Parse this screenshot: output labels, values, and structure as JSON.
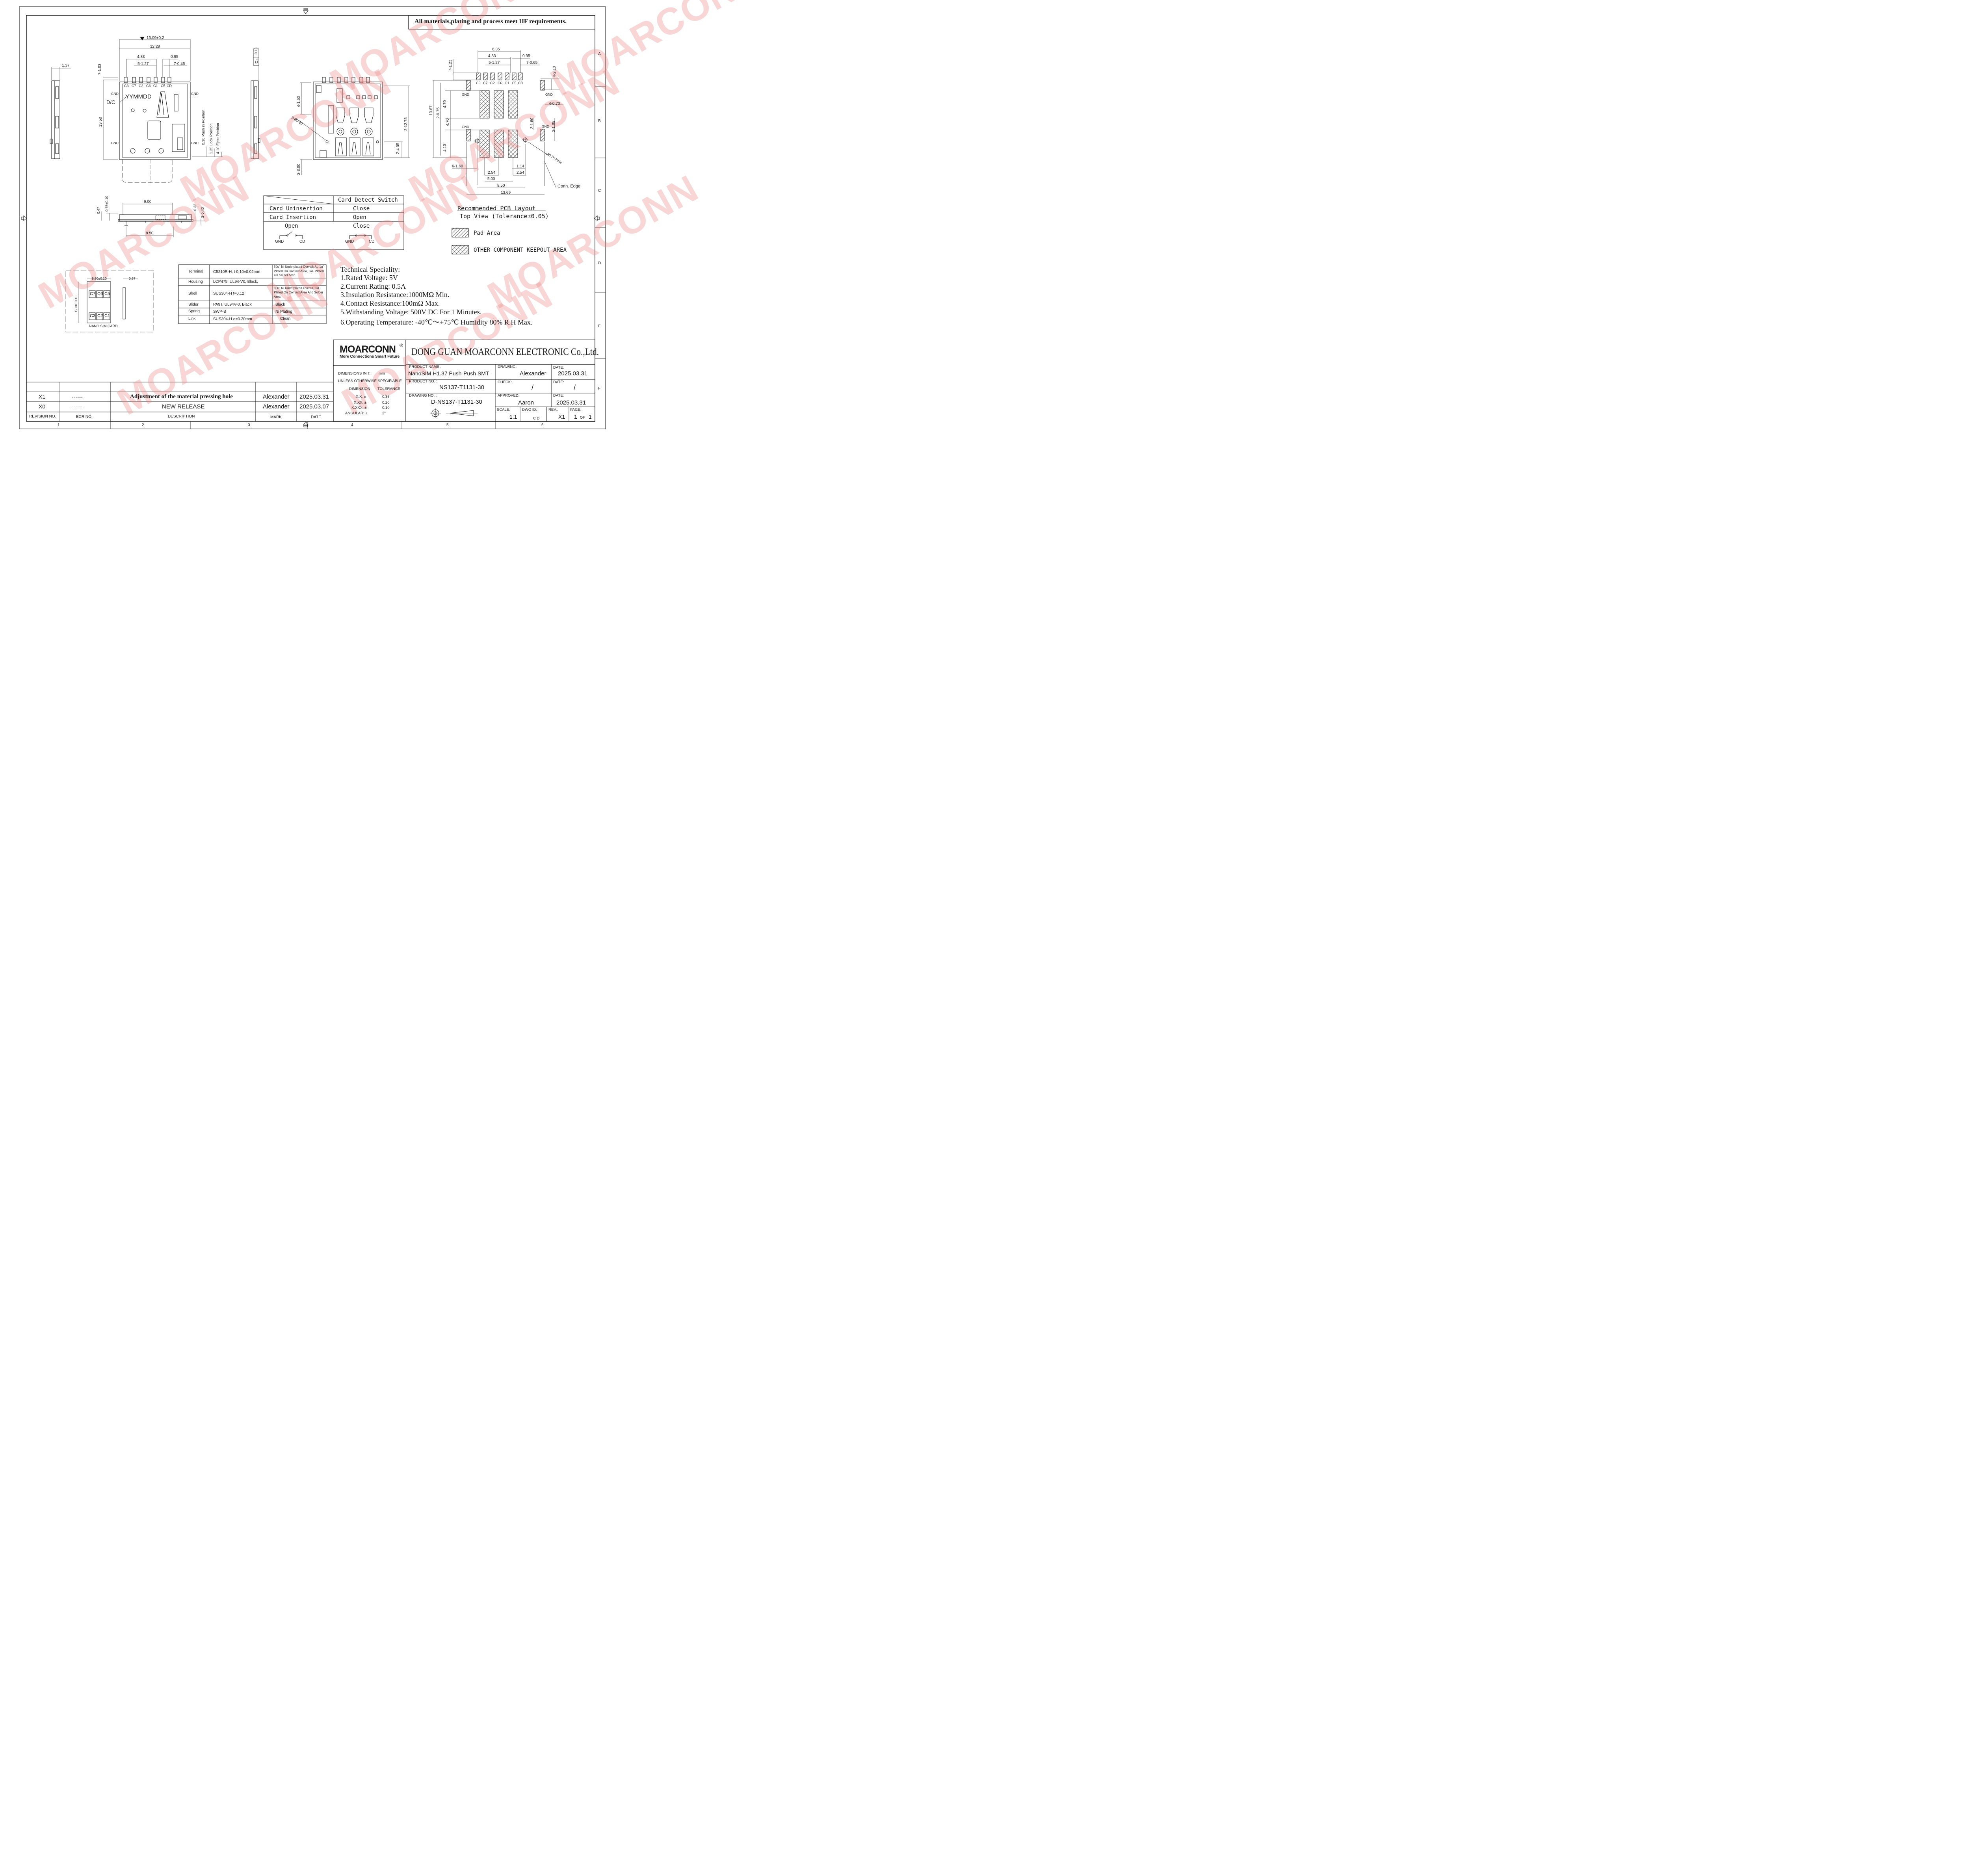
{
  "header_note": "All materials,plating and process meet HF requirements.",
  "zones": {
    "rows": [
      "A",
      "B",
      "C",
      "D",
      "E",
      "F"
    ],
    "cols": [
      "1",
      "2",
      "3",
      "4",
      "5",
      "6"
    ]
  },
  "watermark": "MOARCONN",
  "views": {
    "side_thickness": "1.37",
    "top_view": {
      "dims": [
        "13.09±0.2",
        "12.29",
        "4.83",
        "5-1.27",
        "0.95",
        "7-0.45",
        "7-1.03",
        "13.50",
        "0.30 Push in Position",
        "1.25 Lock Position",
        "4.10 Eject Position"
      ],
      "pins": [
        "C3",
        "C7",
        "C2",
        "C6",
        "C1",
        "C5",
        "CD"
      ],
      "gnd": "GND",
      "date_code": "YYMMDD",
      "date_code_label": "D/C"
    },
    "flatness": "0.10",
    "bottom_view_dims": [
      "4-1.50",
      "2-Ø0.60",
      "2-12.75",
      "2-4.05",
      "2-3.00"
    ],
    "front_view_dims": [
      "9.00",
      "0.75±0.10",
      "0.47",
      "0.32",
      "2-0.40",
      "8.50"
    ]
  },
  "switch_table": {
    "header": "Card Detect Switch",
    "rows": [
      {
        "state": "Card Uninsertion",
        "value": "Close"
      },
      {
        "state": "Card Insertion",
        "value": "Open"
      }
    ],
    "schematic": {
      "open": "Open",
      "close": "Close",
      "gnd": "GND",
      "cd": "CD"
    }
  },
  "pcb_layout": {
    "title": "Recommended PCB Layout",
    "subtitle": "Top View (Tolerance±0.05)",
    "pins": [
      "C3",
      "C7",
      "C2",
      "C6",
      "C1",
      "C5",
      "CD"
    ],
    "gnd": "GND",
    "dims": [
      "6.35",
      "4.83",
      "5-1.27",
      "0.95",
      "7-0.65",
      "7-1.23",
      "4-2.10",
      "10.67",
      "2-9.75",
      "4.70",
      "4.70",
      "4.10",
      "4-0.70",
      "3-1.80",
      "2-1.05",
      "6-1.60",
      "1.14",
      "2.54",
      "2.54",
      "5.00",
      "8.50",
      "13.69",
      "Ø0.75 Hole"
    ],
    "conn_edge": "Conn. Edge"
  },
  "legend": {
    "pad": "Pad Area",
    "keepout": "OTHER COMPONENT KEEPOUT AREA"
  },
  "sim_card": {
    "label": "NANO SIM CARD",
    "width": "8.80±0.10",
    "height": "12.30±0.10",
    "thickness": "0.67",
    "pads_top": [
      "C7",
      "C6",
      "C5"
    ],
    "pads_bottom": [
      "C3",
      "C2",
      "C1"
    ]
  },
  "materials": [
    {
      "part": "Terminal",
      "material": "C5210R-H, t 0.10±0.02mm",
      "finish": "50u\" Ni Underplated Overall; Au 1u\" Plated On Contact Area, G/F Plated On Solder Area"
    },
    {
      "part": "Housing",
      "material": "LCP475, UL94-V0, Black,",
      "finish": ""
    },
    {
      "part": "Shell",
      "material": "SUS304-H t=0.12",
      "finish": "30u\" Ni Underplated Overall, G/F Plated On Contact Area And Solder Area"
    },
    {
      "part": "Slider",
      "material": "PA9T, UL94V-0, Black",
      "finish": "Black"
    },
    {
      "part": "Spring",
      "material": "SWP-B",
      "finish": "Ni Plating"
    },
    {
      "part": "Link",
      "material": "SUS304-H ø=0.30mm",
      "finish": "Clean"
    }
  ],
  "tech_spec": {
    "title": "Technical Speciality:",
    "items": [
      "1.Rated Voltage: 5V",
      "2.Current Rating: 0.5A",
      "3.Insulation Resistance:1000MΩ Min.",
      "4.Contact Resistance:100mΩ Max.",
      "5.Withstanding Voltage: 500V DC For 1 Minutes.",
      "6.Operating Temperature: -40℃～+75℃ Humidity 80% R.H Max."
    ]
  },
  "revisions": {
    "headers": {
      "rev": "REVISION NO.",
      "ecr": "ECR NO.",
      "desc": "DESCRIPTION",
      "mark": "MARK",
      "date": "DATE"
    },
    "rows": [
      {
        "rev": "X1",
        "ecr": "------",
        "desc": "Adjustment of the material pressing hole",
        "mark": "Alexander",
        "date": "2025.03.31"
      },
      {
        "rev": "X0",
        "ecr": "------",
        "desc": "NEW RELEASE",
        "mark": "Alexander",
        "date": "2025.03.07"
      }
    ]
  },
  "title_block": {
    "logo": "MOARCONN",
    "tagline": "More Connections Smart Future",
    "company": "DONG GUAN MOARCONN ELECTRONIC Co.,Ltd.",
    "units_label": "DIMENSIONS INIT:",
    "units": "mm",
    "unless": "UNLESS OTHERWISE SPECIFIABLE",
    "tol_headers": [
      "DIMENSION",
      "TOLERANCE"
    ],
    "tolerances": [
      {
        "dim": "X.X: ±",
        "tol": "0.35"
      },
      {
        "dim": "X.XX: ±",
        "tol": "0.20"
      },
      {
        "dim": "X.XXX: ±",
        "tol": "0.10"
      },
      {
        "dim": "ANGULAR: ±",
        "tol": "2°"
      }
    ],
    "product_name_label": "PRODUCT NAME :",
    "product_name": "NanoSIM H1.37 Push-Push SMT",
    "product_no_label": "PRODUCT NO. :",
    "product_no": "NS137-T1131-30",
    "drawing_no_label": "DRAWING NO. :",
    "drawing_no": "D-NS137-T1131-30",
    "drawing_label": "DRAWING:",
    "drawing": "Alexander",
    "check_label": "CHECK:",
    "check": "/",
    "approved_label": "APPROVED:",
    "approved": "Aaron",
    "date_label": "DATE:",
    "date1": "2025.03.31",
    "date2": "/",
    "date3": "2025.03.31",
    "scale_label": "SCALE:",
    "scale": "1:1",
    "dwg_label": "DWG ID:",
    "dwg": "C D",
    "rev_label": "REV.:",
    "rev": "X1",
    "page_label": "PAGE:",
    "page": "1",
    "of": "OF",
    "pages": "1"
  }
}
